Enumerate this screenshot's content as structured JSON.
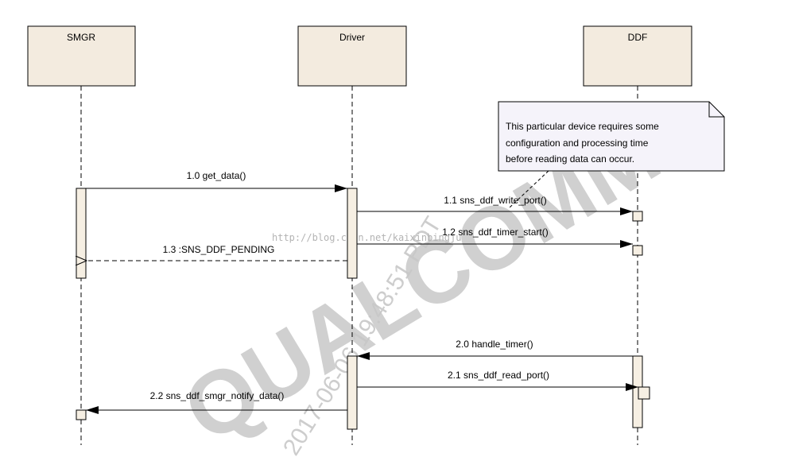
{
  "lifelines": [
    {
      "id": "smgr",
      "label": "SMGR"
    },
    {
      "id": "driver",
      "label": "Driver"
    },
    {
      "id": "ddf",
      "label": "DDF"
    }
  ],
  "note": {
    "lines": [
      "This particular device requires some",
      "configuration and processing time",
      "before reading data can occur."
    ]
  },
  "messages": [
    {
      "label": "1.0 get_data()"
    },
    {
      "label": "1.1 sns_ddf_write_port()"
    },
    {
      "label": "1.2 sns_ddf_timer_start()"
    },
    {
      "label": "1.3  :SNS_DDF_PENDING"
    },
    {
      "label": "2.0 handle_timer()"
    },
    {
      "label": "2.1 sns_ddf_read_port()"
    },
    {
      "label": "2.2 sns_ddf_smgr_notify_data()"
    }
  ],
  "watermark": {
    "brand": "QUALCOMM",
    "timestamp": "2017-06-06 19:48:51 PDT",
    "url": "http://blog.csdn.net/kaixinbingju"
  },
  "colors": {
    "lifeline_box": "#f3ebdf",
    "activation": "#f6efe3",
    "note": "#f5f3fa",
    "line": "#000000",
    "watermark": "#c8c8c8"
  }
}
